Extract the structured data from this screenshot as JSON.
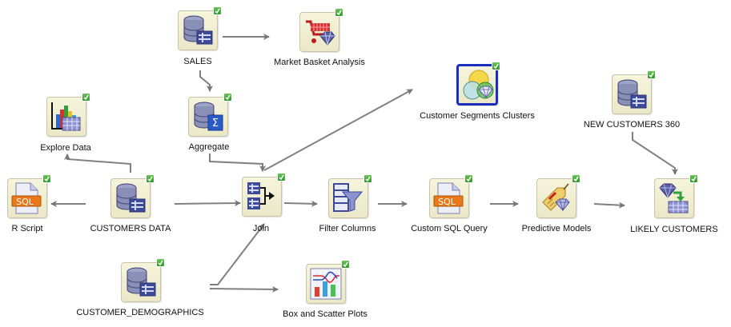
{
  "workflow": {
    "nodes": [
      {
        "id": "sales",
        "label": "SALES",
        "icon": "database-table-icon",
        "status": "success"
      },
      {
        "id": "market_basket",
        "label": "Market Basket Analysis",
        "icon": "shopping-cart-diamond-icon",
        "status": "success"
      },
      {
        "id": "aggregate",
        "label": "Aggregate",
        "icon": "database-sigma-icon",
        "status": "success"
      },
      {
        "id": "explore",
        "label": "Explore Data",
        "icon": "bar-chart-table-icon",
        "status": "success"
      },
      {
        "id": "segments",
        "label": "Customer Segments Clusters",
        "icon": "cluster-diamond-icon",
        "status": "success",
        "selected": true
      },
      {
        "id": "new360",
        "label": "NEW CUSTOMERS 360",
        "icon": "database-table-icon",
        "status": "success"
      },
      {
        "id": "rscript",
        "label": "R Script",
        "icon": "sql-document-icon",
        "status": "success"
      },
      {
        "id": "customers",
        "label": "CUSTOMERS DATA",
        "icon": "database-table-icon",
        "status": "success"
      },
      {
        "id": "join",
        "label": "Join",
        "icon": "join-tables-icon",
        "status": "success"
      },
      {
        "id": "filter",
        "label": "Filter Columns",
        "icon": "filter-columns-icon",
        "status": "success"
      },
      {
        "id": "customsql",
        "label": "Custom SQL Query",
        "icon": "sql-document-icon",
        "status": "success"
      },
      {
        "id": "predictive",
        "label": "Predictive Models",
        "icon": "tag-diamond-icon",
        "status": "success"
      },
      {
        "id": "likely",
        "label": "LIKELY CUSTOMERS",
        "icon": "diamond-apply-table-icon",
        "status": "success"
      },
      {
        "id": "demographics",
        "label": "CUSTOMER_DEMOGRAPHICS",
        "icon": "database-table-icon",
        "status": "success"
      },
      {
        "id": "boxscatter",
        "label": "Box and Scatter Plots",
        "icon": "line-bar-chart-icon",
        "status": "success"
      }
    ],
    "edges": [
      {
        "from": "sales",
        "to": "market_basket"
      },
      {
        "from": "sales",
        "to": "aggregate"
      },
      {
        "from": "aggregate",
        "to": "join"
      },
      {
        "from": "customers",
        "to": "explore"
      },
      {
        "from": "customers",
        "to": "rscript"
      },
      {
        "from": "customers",
        "to": "join"
      },
      {
        "from": "join",
        "to": "segments"
      },
      {
        "from": "join",
        "to": "filter"
      },
      {
        "from": "filter",
        "to": "customsql"
      },
      {
        "from": "customsql",
        "to": "predictive"
      },
      {
        "from": "predictive",
        "to": "likely"
      },
      {
        "from": "new360",
        "to": "likely"
      },
      {
        "from": "demographics",
        "to": "join"
      },
      {
        "from": "demographics",
        "to": "boxscatter"
      }
    ]
  }
}
